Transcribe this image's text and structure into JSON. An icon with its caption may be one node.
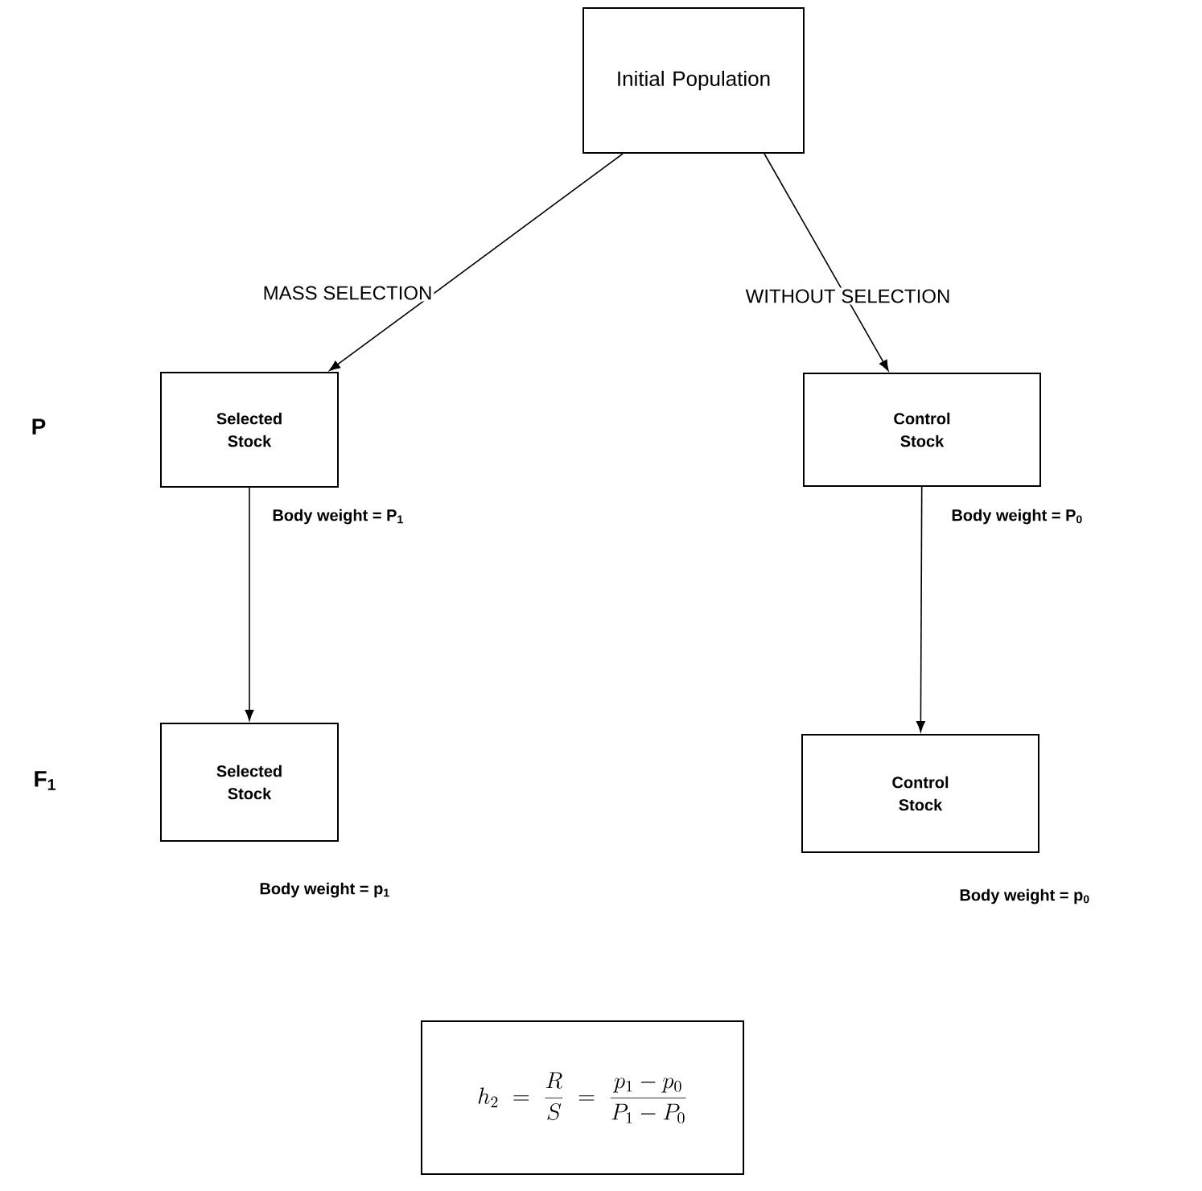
{
  "diagram": {
    "nodes": [
      {
        "text": [
          "Initial Population"
        ]
      },
      {
        "text": [
          "Selected Stock"
        ],
        "beside": [
          "Body weight = P$_{1}$"
        ]
      },
      {
        "text": [
          "Control Stock"
        ],
        "beside": [
          "Body weight = P$_{0}$"
        ]
      },
      {
        "text": [
          "Selected Stock"
        ],
        "beside": [
          "Body weight = p$_{1}$"
        ]
      },
      {
        "text": [
          "Control Stock"
        ],
        "beside": [
          "Body weight = p$_{0}$"
        ]
      },
      {
        "text": [
          "h_2 = \\frac{R}{S} = \\frac{p_1 - p_0}{P_1 - P_0}"
        ]
      }
    ],
    "edges": [
      {
        "from": 0,
        "to": 1,
        "arrow": "to",
        "label": "MASS SELECTION"
      },
      {
        "from": 0,
        "to": 2,
        "arrow": "to",
        "label": "WITHOUT SELECTION"
      },
      {
        "from": 1,
        "to": 3,
        "arrow": "to"
      },
      {
        "from": 2,
        "to": 4,
        "arrow": "to"
      }
    ],
    "labels": [
      "P",
      "F$_{1}$"
    ]
  }
}
